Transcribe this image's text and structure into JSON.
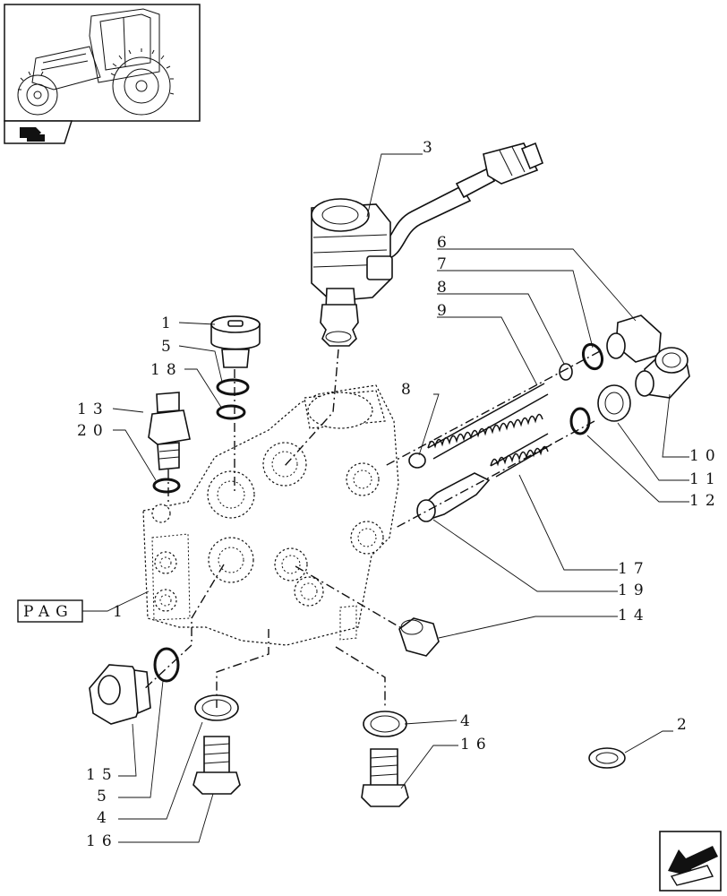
{
  "callouts": {
    "c3": "3",
    "c6": "6",
    "c7": "7",
    "c8a": "8",
    "c9": "9",
    "c8b": "8",
    "c1a": "1",
    "c5a": "5",
    "c18": "18",
    "c13": "13",
    "c20": "20",
    "c10": "10",
    "c11": "11",
    "c12": "12",
    "c17": "17",
    "c19": "19",
    "c14": "14",
    "c1b": "1",
    "c4a": "4",
    "c16a": "16",
    "c2": "2",
    "c15": "15",
    "c5b": "5",
    "c4b": "4",
    "c16b": "16"
  },
  "pag_label": "PAG",
  "icons": {
    "thumbnail": "tractor-thumbnail",
    "nav": "section-arrow-icon",
    "next": "next-page-arrow-icon"
  }
}
